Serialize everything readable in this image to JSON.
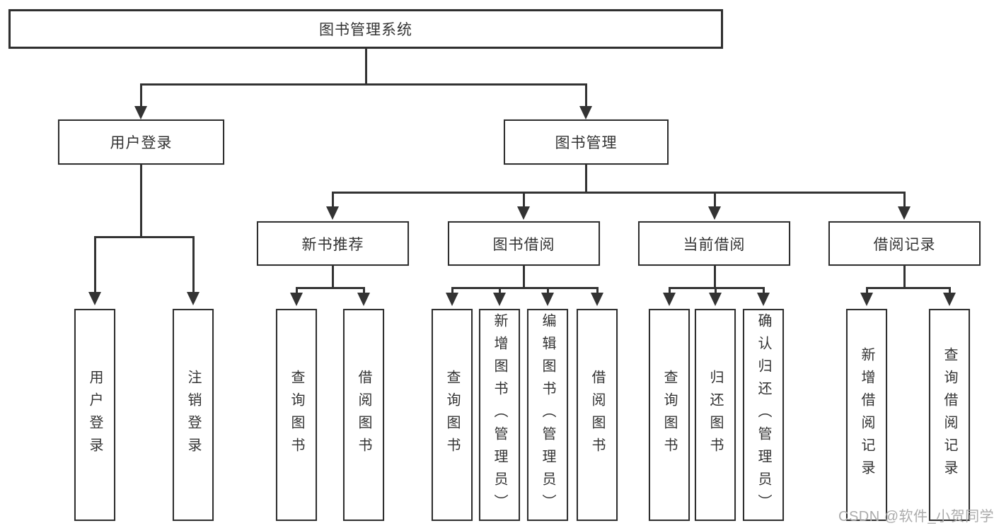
{
  "nodes": {
    "root": "图书管理系统",
    "level2": {
      "login": "用户登录",
      "management": "图书管理"
    },
    "login_children": [
      "用户登录",
      "注销登录"
    ],
    "sections": [
      {
        "label": "新书推荐",
        "children": [
          "查询图书",
          "借阅图书"
        ]
      },
      {
        "label": "图书借阅",
        "children": [
          "查询图书",
          "新增图书（管理员）",
          "编辑图书（管理员）",
          "借阅图书"
        ]
      },
      {
        "label": "当前借阅",
        "children": [
          "查询图书",
          "归还图书",
          "确认归还（管理员）"
        ]
      },
      {
        "label": "借阅记录",
        "children": [
          "新增借阅记录",
          "查询借阅记录"
        ]
      }
    ]
  },
  "watermark": "CSDN @软件_小贺同学",
  "colors": {
    "line": "#333333",
    "box_border": "#2f2f2f",
    "box_fill": "#ffffff",
    "text": "#333333",
    "watermark": "#ababab"
  }
}
